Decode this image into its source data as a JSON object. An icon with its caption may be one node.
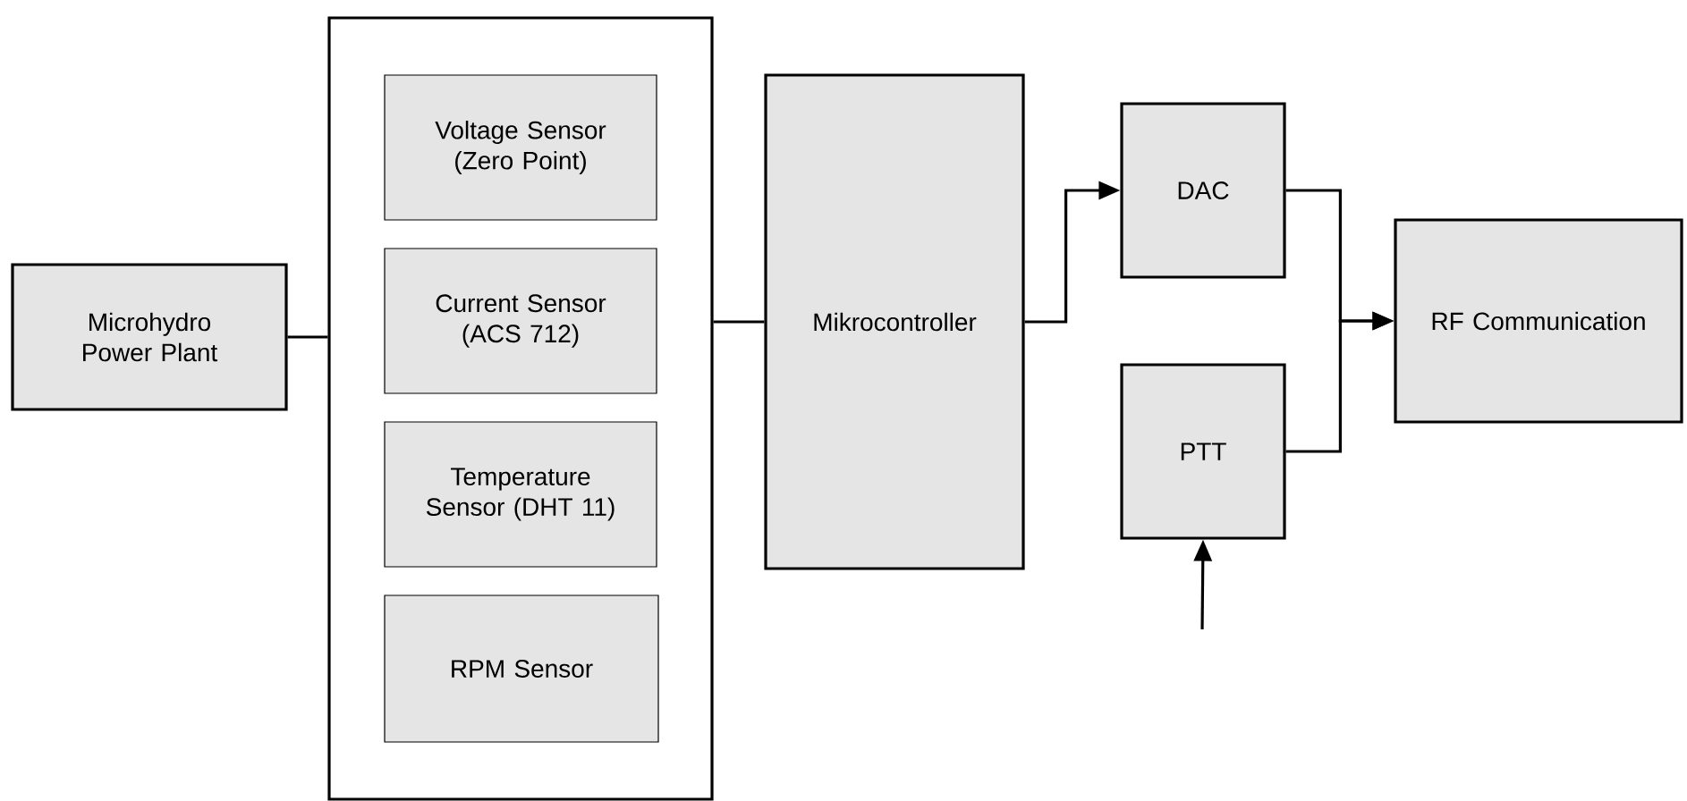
{
  "diagram": {
    "nodes": [
      {
        "text": [
          "Microhydro Power Plant"
        ]
      },
      {
        "text": [],
        "shape": "box"
      },
      {
        "text": [
          "Voltage Sensor (Zero Point)"
        ],
        "in": 1
      },
      {
        "text": [
          "Current Sensor (ACS 712)"
        ],
        "in": 1
      },
      {
        "text": [
          "Temperature Sensor (DHT 11)"
        ],
        "in": 1
      },
      {
        "text": [
          "RPM Sensor"
        ],
        "in": 1
      },
      {
        "text": [
          "Mikrocontroller"
        ]
      },
      {
        "text": [
          "DAC"
        ]
      },
      {
        "text": [
          "PTT"
        ]
      },
      {
        "text": [
          "RF Communication"
        ]
      }
    ],
    "edges": [
      {
        "from": 0,
        "to": 1,
        "arrow": "none"
      },
      {
        "from": 1,
        "to": 6,
        "arrow": "none"
      },
      {
        "from": 6,
        "to": 7,
        "arrow": "to"
      },
      {
        "from": 7,
        "to": 9,
        "arrow": "to"
      },
      {
        "from": 8,
        "to": 9,
        "arrow": "to"
      },
      {
        "from": null,
        "to": 8,
        "arrow": "to"
      }
    ]
  }
}
